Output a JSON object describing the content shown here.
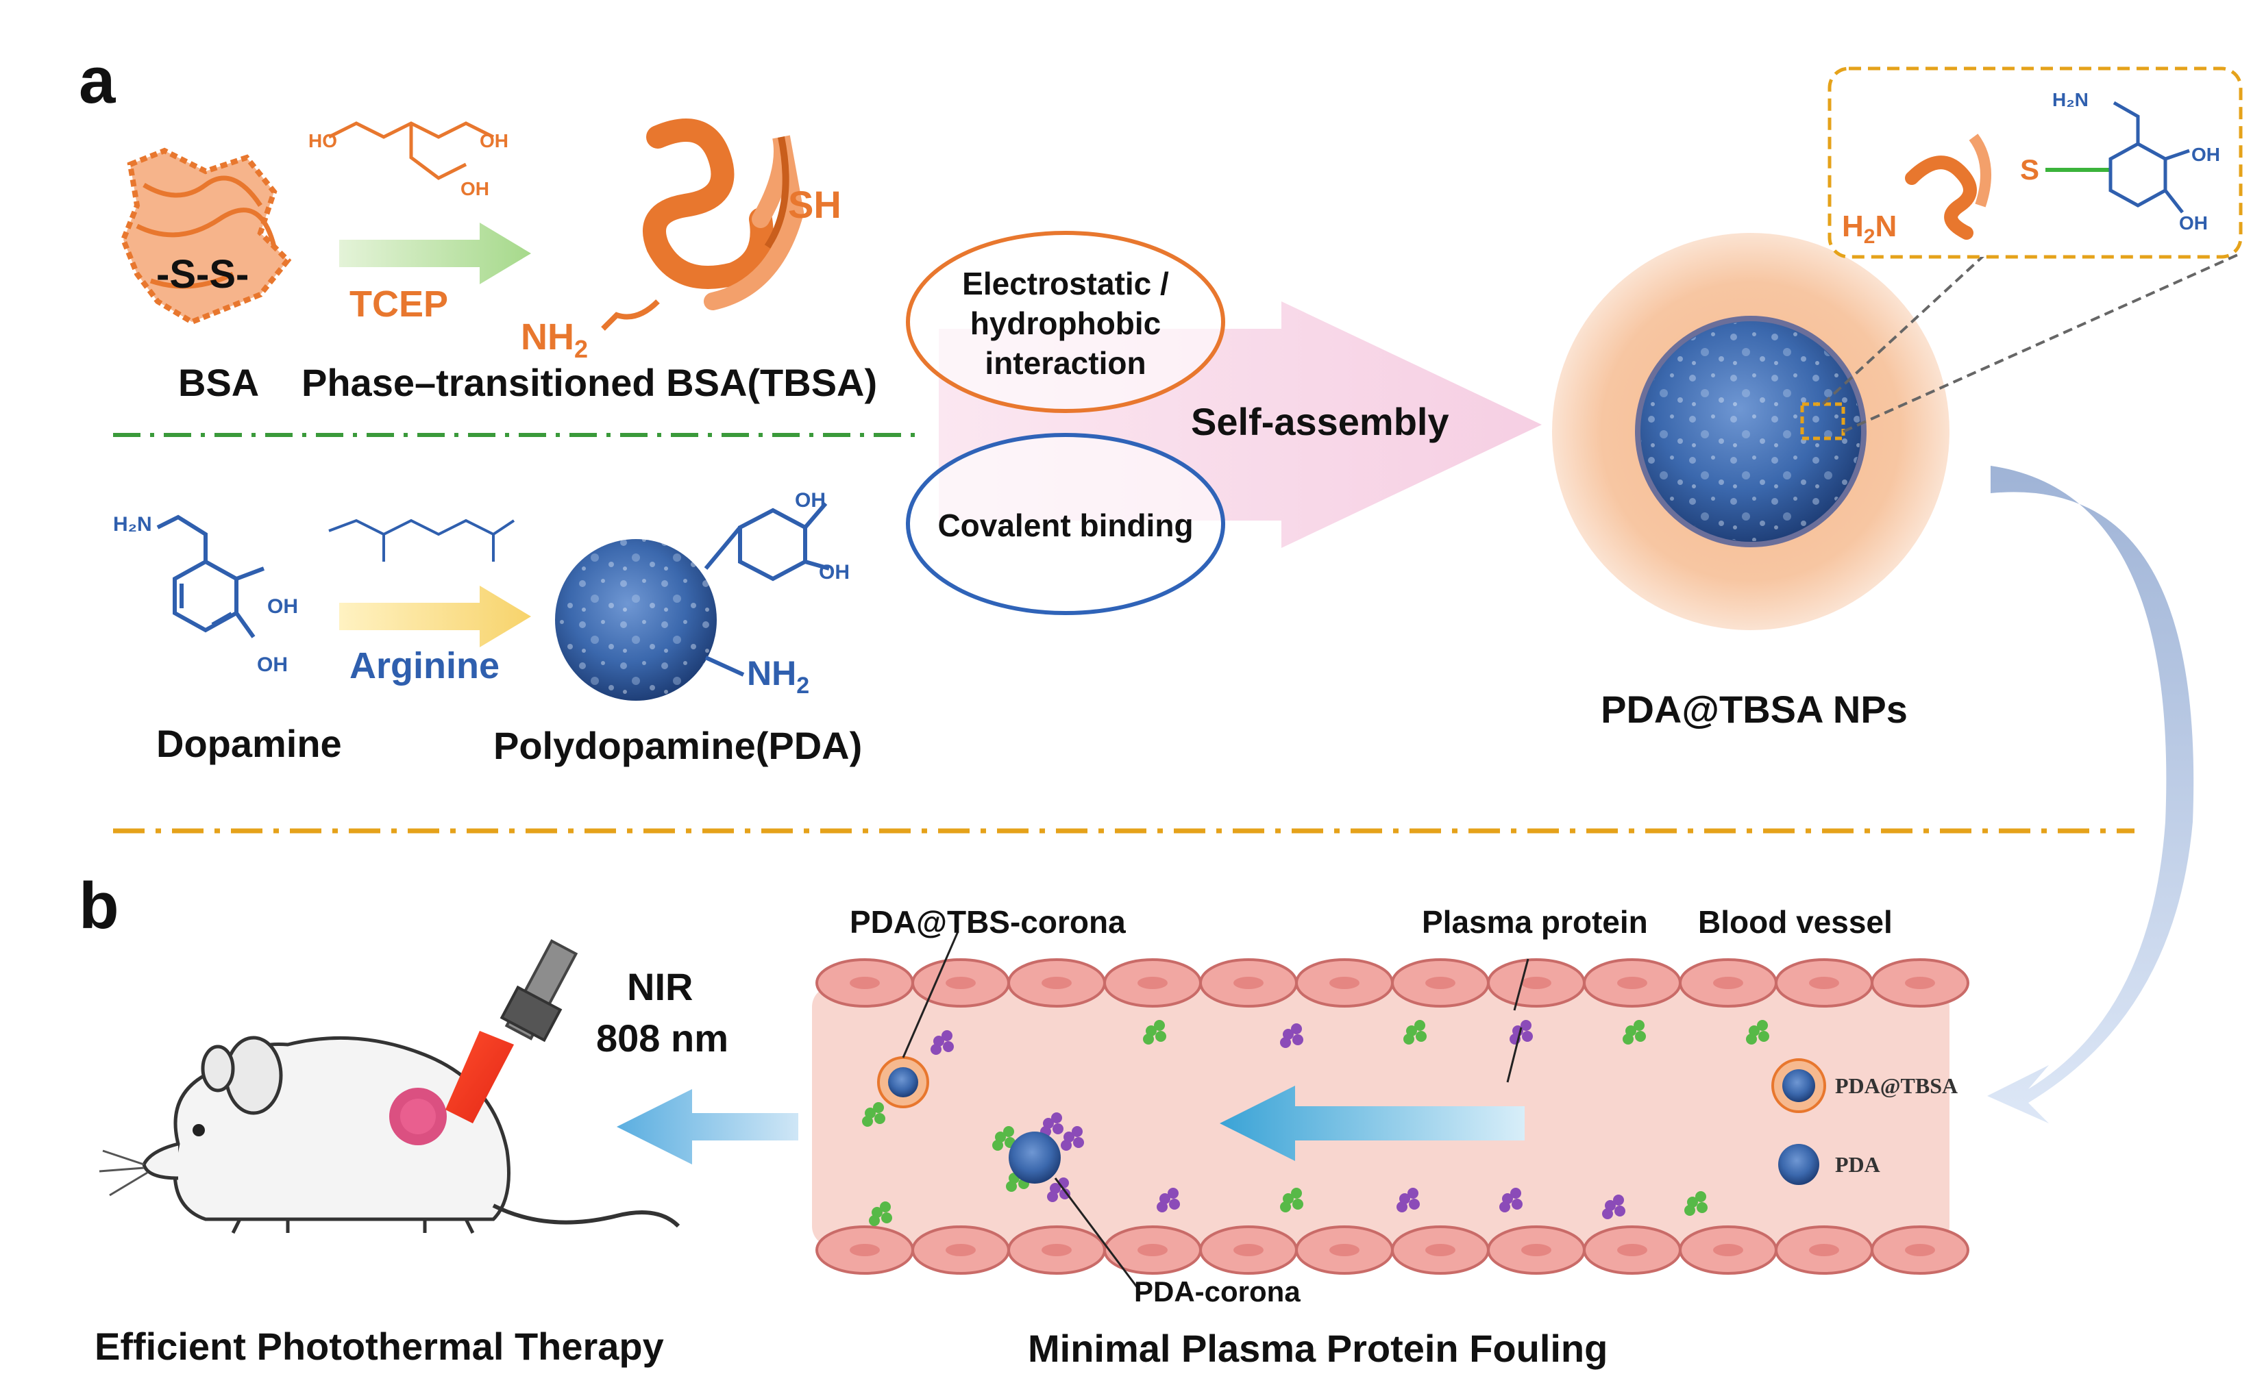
{
  "panels": {
    "a": "a",
    "b": "b"
  },
  "panel_a": {
    "bsa": {
      "disulfide": "-S-S-",
      "label": "BSA"
    },
    "tcep": "TCEP",
    "tbsa": {
      "sh": "SH",
      "nh2": "NH",
      "sub2": "2",
      "label": "Phase–transitioned BSA(TBSA)"
    },
    "interaction_1": [
      "Electrostatic /",
      "hydrophobic",
      "interaction"
    ],
    "interaction_2": "Covalent binding",
    "self_assembly": "Self-assembly",
    "nanoparticle_label": "PDA@TBSA NPs",
    "inset": {
      "h2n": "H",
      "h2n_sub": "2",
      "h2n_n": "N",
      "s": "S",
      "oh1": "OH",
      "oh2": "OH",
      "h2n_top": "H₂N"
    },
    "dopamine": {
      "label": "Dopamine",
      "h2n": "H₂N",
      "oh1": "OH",
      "oh2": "OH"
    },
    "arginine": "Arginine",
    "pda": {
      "label": "Polydopamine(PDA)",
      "nh2": "NH",
      "sub2": "2",
      "oh1": "OH",
      "oh2": "OH"
    }
  },
  "panel_b": {
    "nir": "NIR",
    "wavelength": "808 nm",
    "therapy_label": "Efficient Photothermal Therapy",
    "corona_top": "PDA@TBS-corona",
    "plasma_protein": "Plasma protein",
    "blood_vessel": "Blood vessel",
    "corona_bottom": "PDA-corona",
    "legend_1": "PDA@TBSA",
    "legend_2": "PDA",
    "fouling_label": "Minimal Plasma Protein Fouling"
  },
  "colors": {
    "orange": "#e8772e",
    "blue": "#2f5fae",
    "green_divider": "#3a9a3a",
    "gold_divider": "#e5a21a",
    "vessel": "#f7d2cc",
    "cell": "#f1a7a2"
  }
}
